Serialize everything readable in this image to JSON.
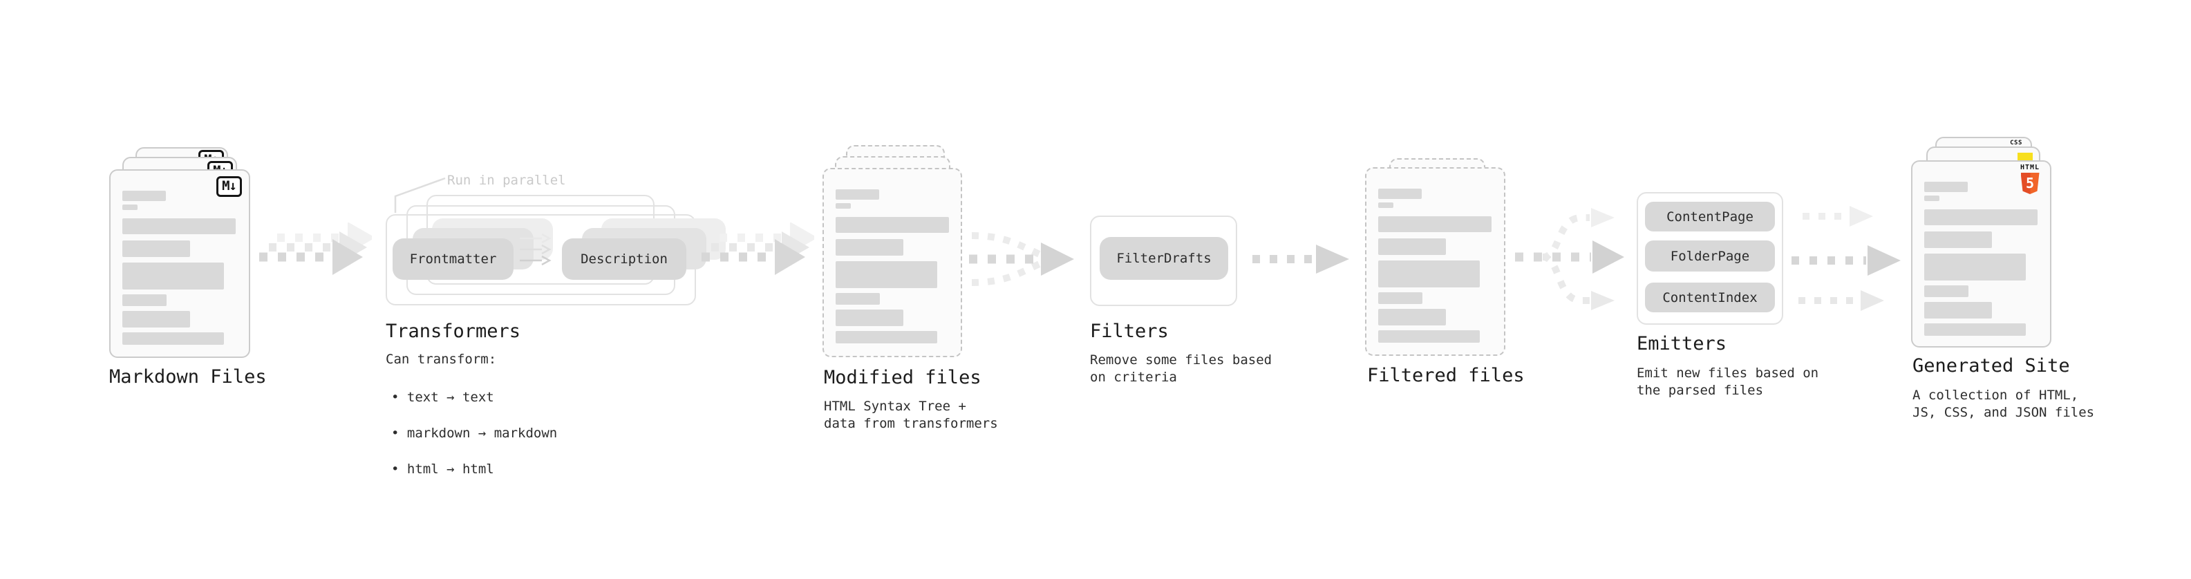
{
  "diagram": {
    "markdown_files": {
      "title": "Markdown Files",
      "icon_label": "M↓"
    },
    "transformers": {
      "note": "Run in parallel",
      "pill_frontmatter": "Frontmatter",
      "pill_description": "Description",
      "title": "Transformers",
      "subtitle": "Can transform:",
      "bullets": [
        "• text → text",
        "• markdown → markdown",
        "• html → html"
      ]
    },
    "modified_files": {
      "title": "Modified files",
      "subtitle": "HTML Syntax Tree +\ndata from transformers"
    },
    "filters": {
      "pill": "FilterDrafts",
      "title": "Filters",
      "subtitle": "Remove some files based\non criteria"
    },
    "filtered_files": {
      "title": "Filtered files"
    },
    "emitters": {
      "pills": [
        "ContentPage",
        "FolderPage",
        "ContentIndex"
      ],
      "title": "Emitters",
      "subtitle": "Emit new files based on\nthe parsed files"
    },
    "generated_site": {
      "title": "Generated Site",
      "subtitle": "A collection of HTML,\nJS, CSS, and JSON files",
      "html_icon_label": "HTML",
      "html_icon_number": "5",
      "css_icon_label": "CSS"
    }
  },
  "colors": {
    "placeholder_bar": "#d9d9d9",
    "pill_fill": "#d8d8d8",
    "arrow_gray": "#d7d7d7",
    "html5_orange": "#e44d26",
    "js_yellow": "#f7df1e",
    "css_blue": "#2863f2"
  }
}
